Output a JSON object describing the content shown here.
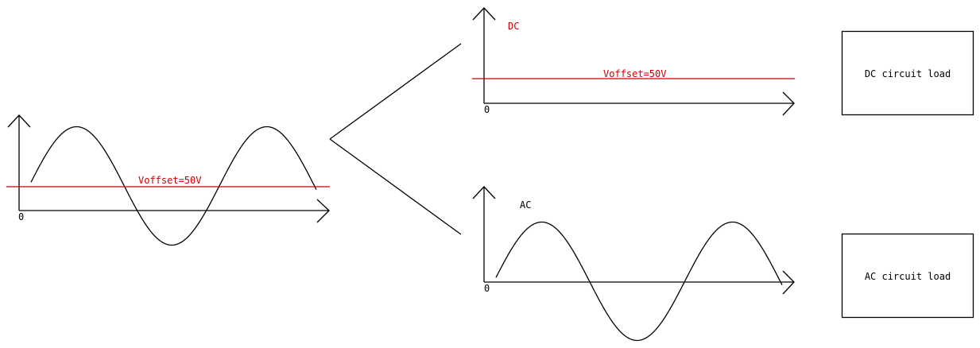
{
  "colors": {
    "ink": "#000000",
    "accent_red": "#cc0000",
    "background": "#ffffff"
  },
  "left_plot": {
    "origin_label": "0",
    "offset_label": "Voffset=50V"
  },
  "dc_plot": {
    "title": "DC",
    "origin_label": "0",
    "offset_label": "Voffset=50V"
  },
  "ac_plot": {
    "title": "AC",
    "origin_label": "0"
  },
  "loads": {
    "dc": "DC circuit load",
    "ac": "AC circuit load"
  }
}
